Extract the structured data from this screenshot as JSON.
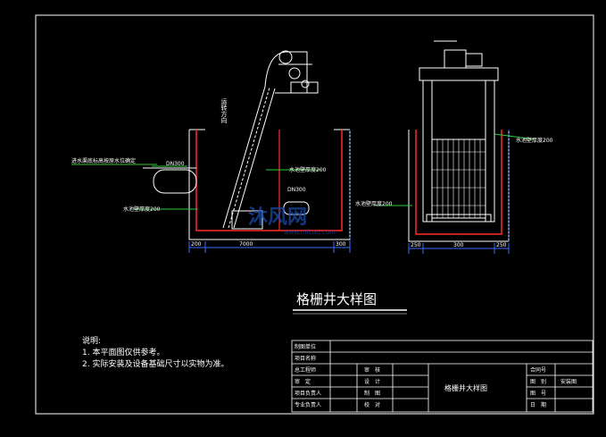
{
  "drawing": {
    "title": "格栅井大样图",
    "watermark_text": "沐风网",
    "watermark_url": "www.mfcad.com"
  },
  "section_view": {
    "rotate_dir_label": "运转方向",
    "inlet_note": "进水渠底标高按原水位确定",
    "pipe_dn": "DN300",
    "pipe_dn_2": "DN300",
    "water_depth_left": "水池壁厚度200",
    "water_depth_right": "水池壁厚度200",
    "dim_200_left": "200",
    "dim_center": "7000",
    "dim_300_right": "300"
  },
  "side_view": {
    "water_depth_left": "水池壁厚度200",
    "water_depth_right": "水池壁厚度200",
    "dim_250": "250",
    "dim_300": "300",
    "dim_250_r": "250"
  },
  "notes": {
    "heading": "说明:",
    "line1": "1. 本平面图仅供参考。",
    "line2": "2. 实际安装及设备基础尺寸以实物为准。"
  },
  "title_block": {
    "design_unit": "制图单位",
    "project_name": "项目名称",
    "rows_left": [
      "总工程师",
      "审　定",
      "项目负责人",
      "专业负责人"
    ],
    "rows_mid": [
      "审　核",
      "设　计",
      "制　图",
      "校　对"
    ],
    "drawing_name": "格栅井大样图",
    "rows_right": [
      "合同号",
      "图　别",
      "图　号",
      "日　期"
    ],
    "drawing_category": "安装图"
  },
  "colors": {
    "background": "#000000",
    "line": "#ffffff",
    "red": "#ff2a2a",
    "blue": "#3b6cff",
    "green": "#2ecc40"
  }
}
